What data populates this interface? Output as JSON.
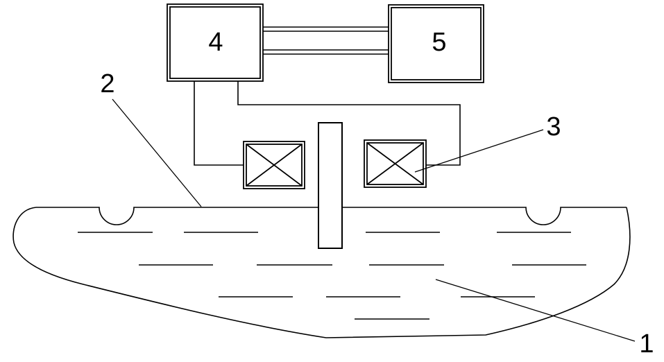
{
  "diagram": {
    "labels": {
      "liquid_body": "1",
      "surface_line": "2",
      "coil": "3",
      "block_a": "4",
      "block_b": "5"
    },
    "stroke_color": "#000000",
    "background": "#ffffff"
  }
}
